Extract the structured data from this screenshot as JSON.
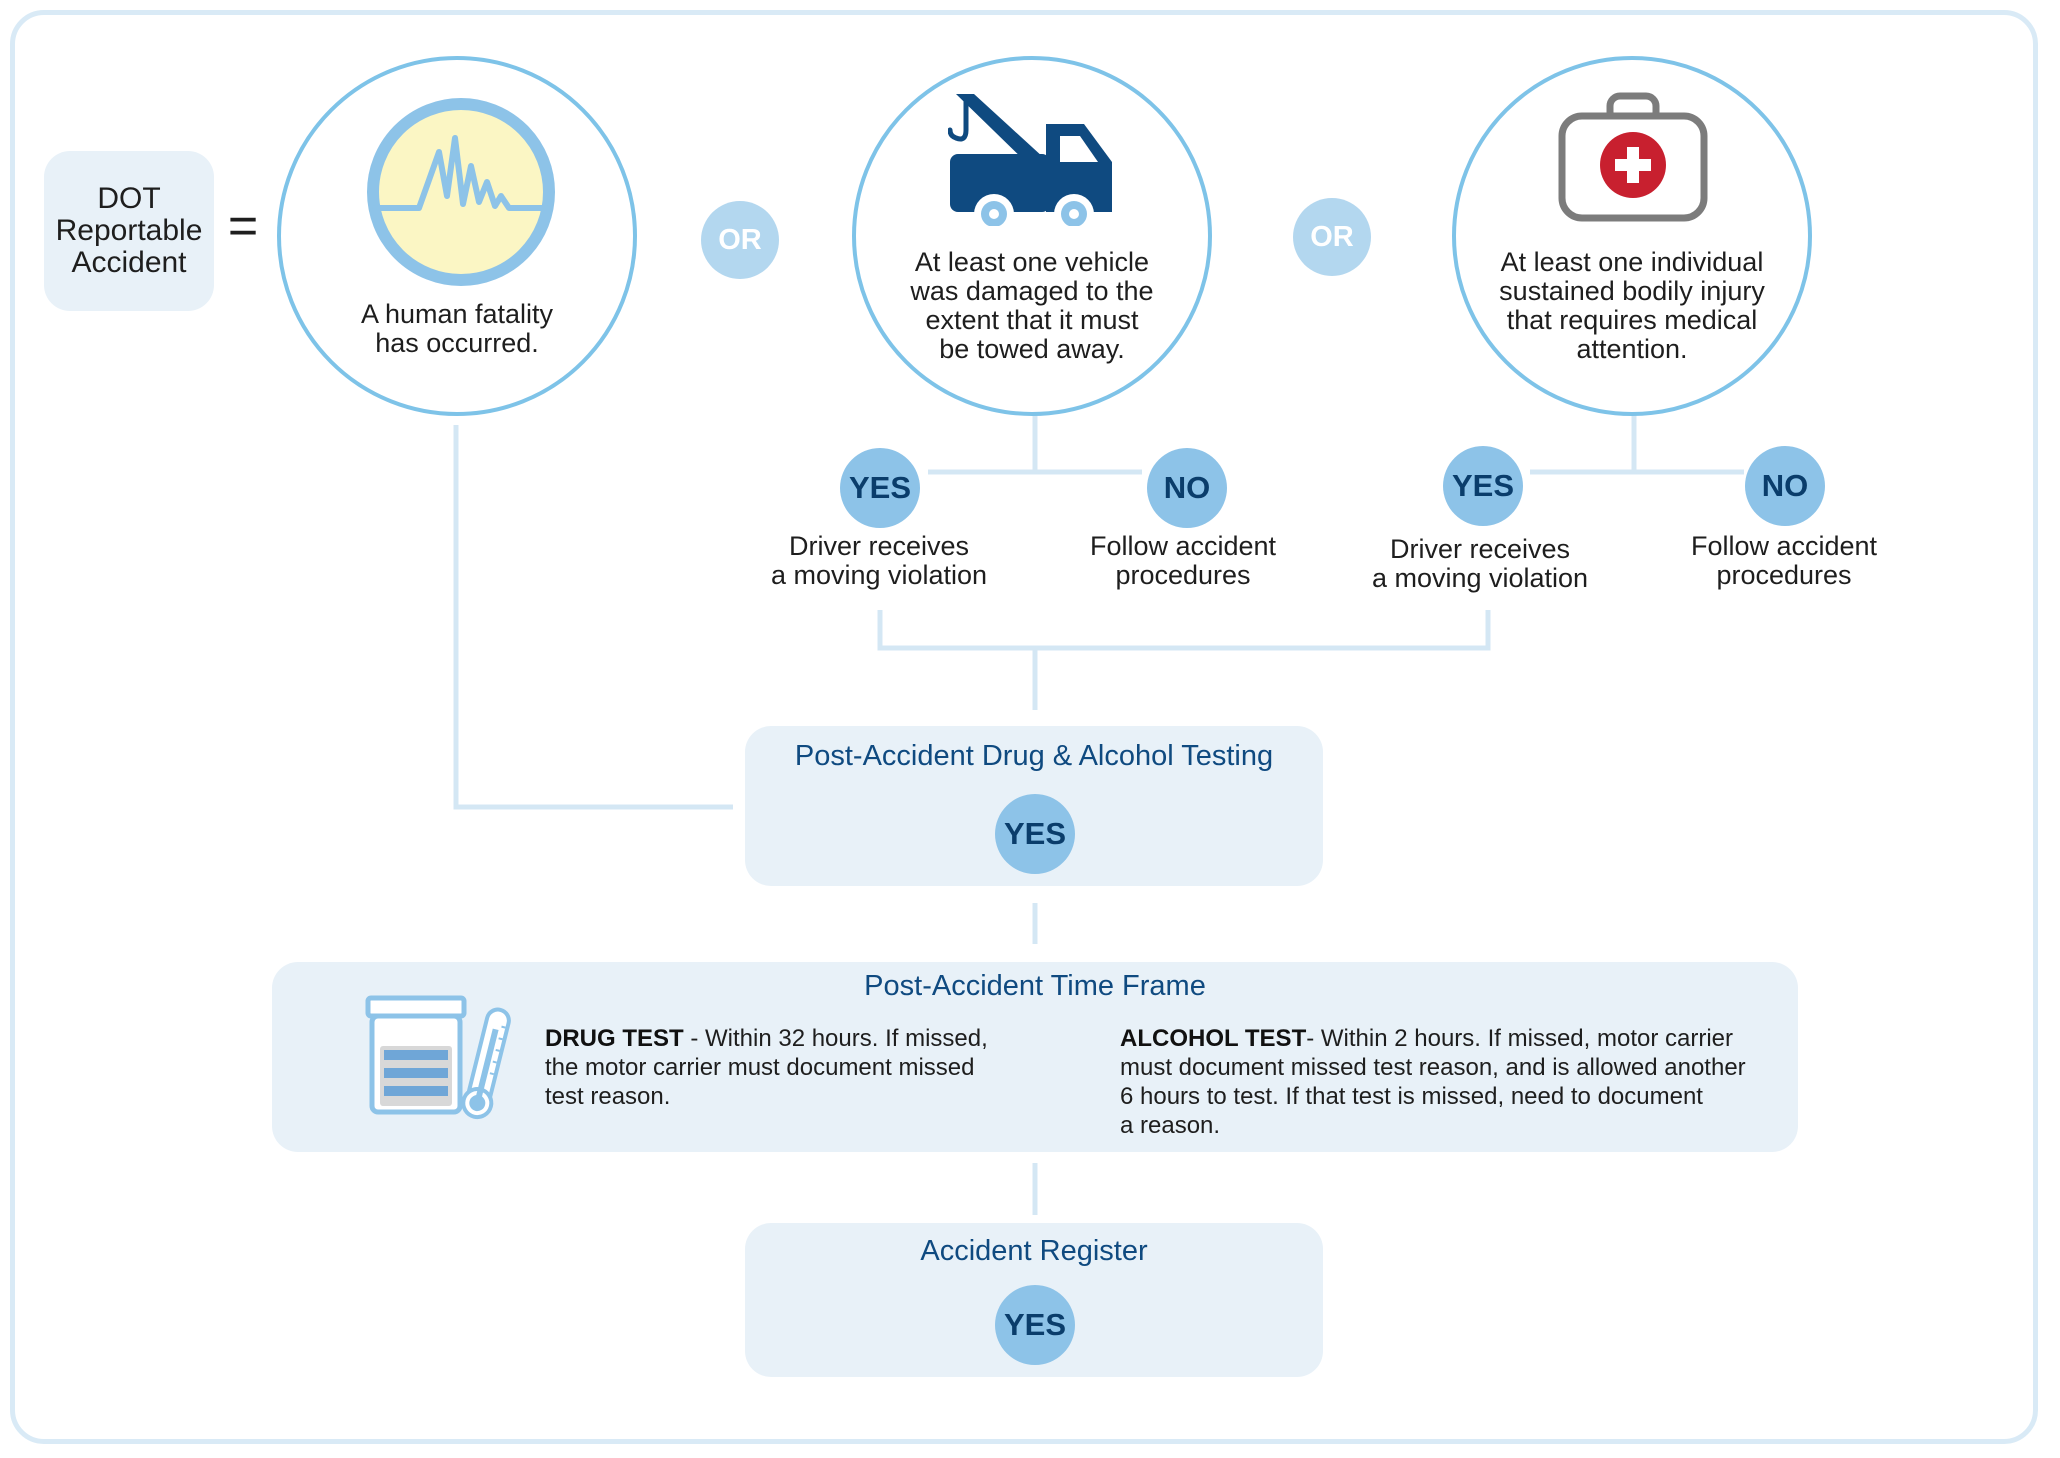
{
  "definition": {
    "label_lines": [
      "DOT",
      "Reportable",
      "Accident"
    ],
    "equals_symbol": "="
  },
  "conditions": [
    {
      "icon": "seismograph-icon",
      "text_lines": [
        "A human fatality",
        "has occurred."
      ]
    },
    {
      "icon": "tow-truck-icon",
      "text_lines": [
        "At least one vehicle",
        "was damaged to the",
        "extent that it must",
        "be towed away."
      ]
    },
    {
      "icon": "first-aid-kit-icon",
      "text_lines": [
        "At least one individual",
        "sustained bodily injury",
        "that requires medical",
        "attention."
      ]
    }
  ],
  "or_label": "OR",
  "branches": {
    "yes_label": "YES",
    "no_label": "NO",
    "yes_outcome_lines": [
      "Driver receives",
      "a moving violation"
    ],
    "no_outcome_lines": [
      "Follow accident",
      "procedures"
    ]
  },
  "testing": {
    "title": "Post-Accident Drug & Alcohol Testing",
    "badge": "YES"
  },
  "time_frame": {
    "title": "Post-Accident Time Frame",
    "icon": "specimen-cup-thermometer-icon",
    "drug": {
      "label": "DRUG TEST",
      "text_lines": [
        " - Within 32 hours. If missed,",
        "the motor carrier must document missed",
        "test reason."
      ]
    },
    "alcohol": {
      "label": "ALCOHOL TEST",
      "text_lines": [
        "- Within 2 hours. If missed, motor carrier",
        "must document missed test reason, and is allowed another",
        "6 hours to test. If that test is missed, need to document",
        "a reason."
      ]
    }
  },
  "register": {
    "title": "Accident Register",
    "badge": "YES"
  },
  "colors": {
    "navy": "#0f4a80",
    "badge_blue": "#8dc3e8",
    "or_blue": "#b3d7ef",
    "circle_border": "#7ec3e8",
    "panel_bg": "#e8f1f8",
    "connector": "#d4e7f4",
    "first_aid_red": "#c8202f"
  }
}
